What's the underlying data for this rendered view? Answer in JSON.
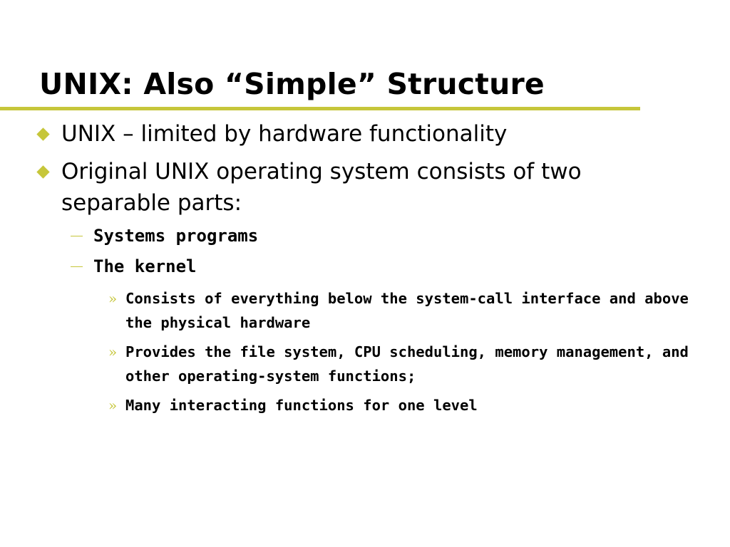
{
  "slide": {
    "title": "UNIX: Also “Simple” Structure",
    "bullets": [
      {
        "text": "UNIX – limited by hardware functionality"
      },
      {
        "text": "Original UNIX operating system consists of two separable parts:",
        "sub": [
          {
            "text": "Systems programs"
          },
          {
            "text": "The kernel",
            "sub": [
              {
                "text": "Consists of everything below the system-call interface and above the physical hardware"
              },
              {
                "text": "Provides the file system, CPU scheduling, memory management, and other operating-system functions;"
              },
              {
                "text": "Many interacting functions for one level"
              }
            ]
          }
        ]
      }
    ],
    "bullet_marks": {
      "level2": "–",
      "level3": "»"
    }
  },
  "colors": {
    "accent": "#c6c63a",
    "text": "#000000",
    "background": "#ffffff"
  },
  "icons": {
    "level1": "olive-diamond-bullet-icon",
    "level2": "dash-bullet-icon",
    "level3": "double-chevron-bullet-icon"
  }
}
